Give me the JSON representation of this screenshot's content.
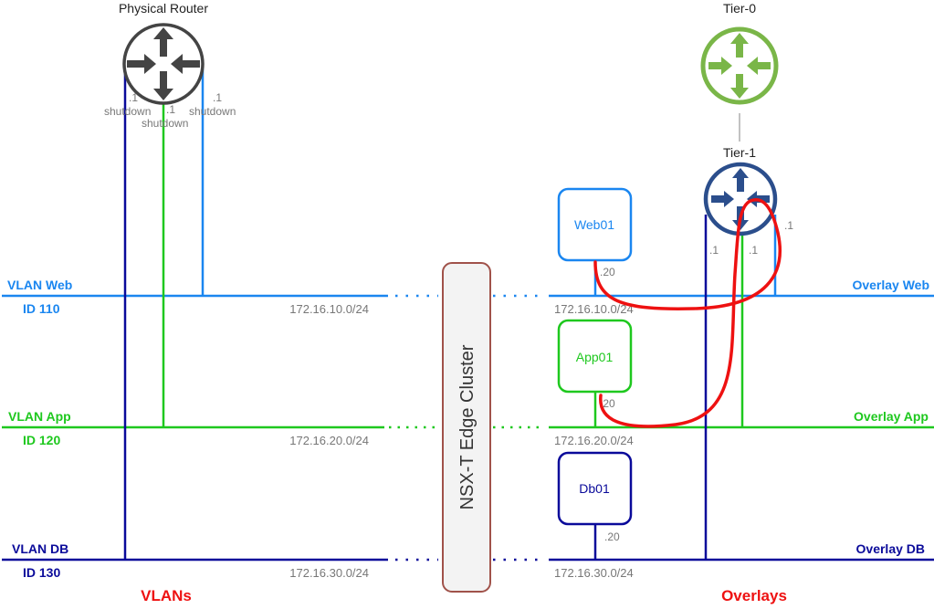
{
  "colors": {
    "web": "#1a86f0",
    "app": "#1ec81e",
    "db": "#0a0a9a",
    "flow": "#ee1111",
    "tier0": "#7ab648",
    "tier1": "#2b4e8c",
    "physical": "#444444",
    "edge_border": "#a0524a",
    "edge_fill": "#f3f3f3",
    "subnet_text": "#777777"
  },
  "routers": {
    "physical": {
      "label": "Physical Router",
      "icon": "router-icon"
    },
    "tier0": {
      "label": "Tier-0",
      "icon": "router-icon"
    },
    "tier1": {
      "label": "Tier-1",
      "icon": "router-icon"
    }
  },
  "physical_interfaces": [
    {
      "ip": ".1",
      "status": "shutdown",
      "network": "db"
    },
    {
      "ip": ".1",
      "status": "shutdown",
      "network": "app"
    },
    {
      "ip": ".1",
      "status": "shutdown",
      "network": "web"
    }
  ],
  "tier1_interfaces": [
    {
      "ip": ".1",
      "network": "db"
    },
    {
      "ip": ".1",
      "network": "app"
    },
    {
      "ip": ".1",
      "network": "web"
    }
  ],
  "vlans": [
    {
      "name": "VLAN Web",
      "id": "ID 110",
      "subnet": "172.16.10.0/24"
    },
    {
      "name": "VLAN App",
      "id": "ID 120",
      "subnet": "172.16.20.0/24"
    },
    {
      "name": "VLAN DB",
      "id": "ID 130",
      "subnet": "172.16.30.0/24"
    }
  ],
  "overlays": [
    {
      "name": "Overlay Web",
      "subnet": "172.16.10.0/24"
    },
    {
      "name": "Overlay App",
      "subnet": "172.16.20.0/24"
    },
    {
      "name": "Overlay DB",
      "subnet": "172.16.30.0/24"
    }
  ],
  "vms": [
    {
      "name": "Web01",
      "ip": ".20",
      "network": "web"
    },
    {
      "name": "App01",
      "ip": ".20",
      "network": "app"
    },
    {
      "name": "Db01",
      "ip": ".20",
      "network": "db"
    }
  ],
  "edge_cluster": {
    "label": "NSX-T Edge Cluster"
  },
  "sections": {
    "left": "VLANs",
    "right": "Overlays"
  }
}
